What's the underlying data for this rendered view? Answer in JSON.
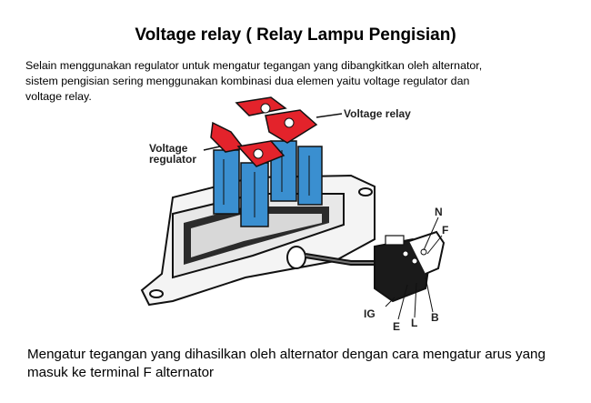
{
  "title": "Voltage relay ( Relay Lampu Pengisian)",
  "intro": "Selain menggunakan regulator untuk mengatur tegangan yang dibangkitkan oleh alternator, sistem pengisian sering menggunakan kombinasi dua elemen yaitu voltage regulator dan voltage relay.",
  "figure": {
    "label_voltage_relay": "Voltage relay",
    "label_voltage_regulator": "Voltage\nregulator",
    "terminals": {
      "n": "N",
      "f": "F",
      "ig": "IG",
      "e": "E",
      "l": "L",
      "b": "B"
    }
  },
  "caption": "Mengatur tegangan yang dihasilkan oleh alternator dengan cara mengatur arus yang masuk ke terminal F alternator",
  "colors": {
    "coil": "#3a8fd0",
    "contact": "#e3232b",
    "outline": "#111111"
  }
}
